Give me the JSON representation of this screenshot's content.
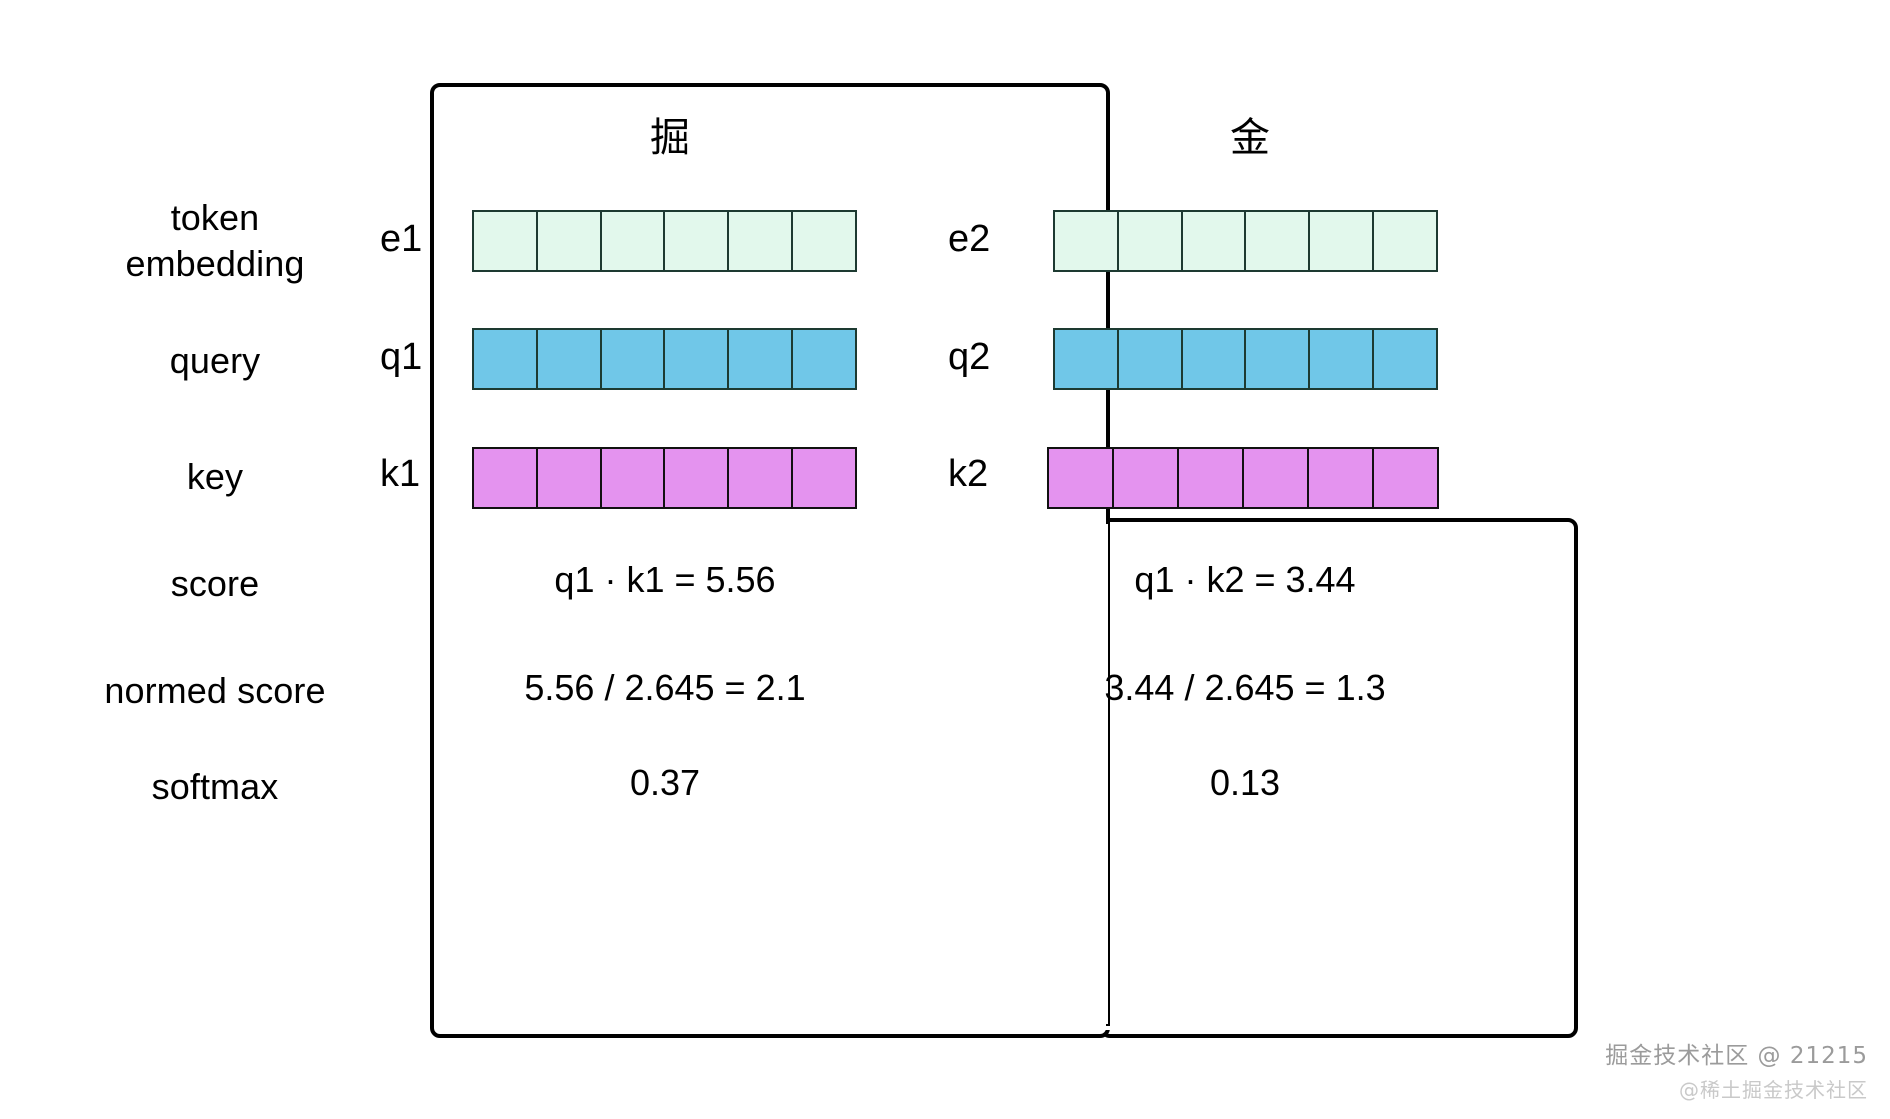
{
  "diagram": {
    "title": "self-attention score computation",
    "colors": {
      "embedding_fill": "#e2f8ec",
      "embedding_stroke": "#1d3a31",
      "query_fill": "#70c7e8",
      "query_stroke": "#1d3a31",
      "key_fill": "#e493ef",
      "key_stroke": "#111111",
      "panel_stroke": "#000000",
      "background": "#ffffff",
      "text": "#000000"
    },
    "vector_cell_count": 6
  },
  "row_labels": [
    {
      "id": "token-embedding",
      "text": "token\nembedding"
    },
    {
      "id": "query",
      "text": "query"
    },
    {
      "id": "key",
      "text": "key"
    },
    {
      "id": "score",
      "text": "score"
    },
    {
      "id": "normed-score",
      "text": "normed score"
    },
    {
      "id": "softmax",
      "text": "softmax"
    }
  ],
  "columns": [
    {
      "id": "col-1",
      "token": "掘",
      "embedding_tag": "e1",
      "query_tag": "q1",
      "key_tag": "k1",
      "score": "q1 · k1 = 5.56",
      "normed_score": "5.56 / 2.645 = 2.1",
      "softmax": "0.37"
    },
    {
      "id": "col-2",
      "token": "金",
      "embedding_tag": "e2",
      "query_tag": "q2",
      "key_tag": "k2",
      "score": "q1 · k2 = 3.44",
      "normed_score": "3.44 / 2.645 = 1.3",
      "softmax": "0.13"
    }
  ],
  "watermark": {
    "main": "掘金技术社区 @ 21215",
    "sub": "@稀土掘金技术社区"
  }
}
